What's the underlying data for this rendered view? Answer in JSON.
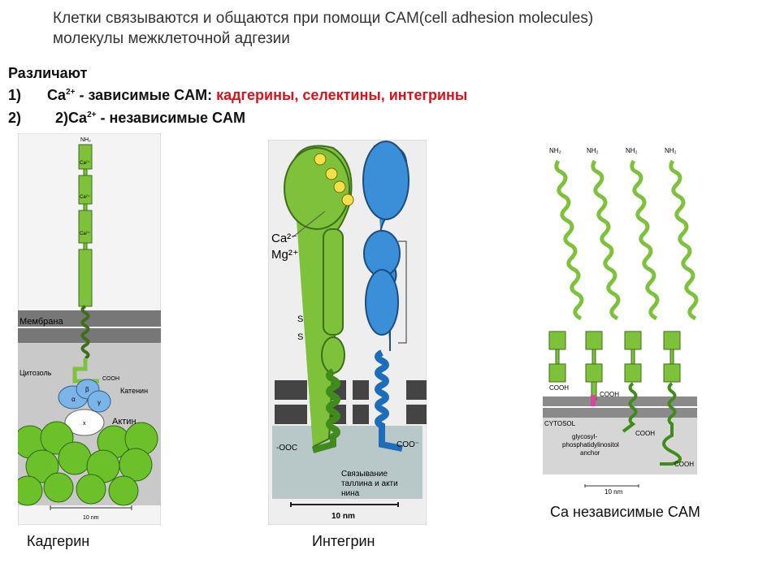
{
  "title": {
    "line1": "Клетки связываются и общаются  при помощи  CAM(cell adhesion molecules)",
    "line2": "молекулы межклеточной адгезии"
  },
  "list": {
    "heading": "Различают",
    "item1": {
      "number": "1)",
      "prefix": "Ca",
      "superscript": "2+",
      "text": " - зависимые CAM: ",
      "highlight": "кадгерины, селектины, интегрины"
    },
    "item2": {
      "number": "2)",
      "prefix": "2)Ca",
      "superscript": "2+",
      "text": " - независимые CAM"
    }
  },
  "figure_cadherin": {
    "caption": "Кадгерин",
    "label_nh2": "NH₂",
    "label_ca": "Ca²⁺",
    "label_membrane": "Мембрана",
    "label_cytosol": "Цитозоль",
    "label_cooh": "COOH",
    "label_catenin": "Катенин",
    "label_alpha": "α",
    "label_beta": "β",
    "label_gamma": "γ",
    "label_x": "x",
    "label_actin": "Актин",
    "scale": "10 nm"
  },
  "figure_integrin": {
    "caption": "Интегрин",
    "label_ca": "Ca²⁻",
    "label_mg": "Mg²⁺",
    "label_s1": "S",
    "label_s2": "S",
    "label_ooc": "-OOC",
    "label_coo": "COO⁻",
    "label_binding1": "Связывание",
    "label_binding2": "таллина и акти",
    "label_binding3": "нина",
    "scale": "10 nm"
  },
  "figure_independent": {
    "caption": "Ca независимые CAM",
    "label_nh2": "NH₂",
    "label_cooh": "COOH",
    "label_cytosol": "CYTOSOL",
    "label_gpi1": "glycosyl-",
    "label_gpi2": "phosphatidylinositol",
    "label_gpi3": "anchor",
    "scale": "10 nm"
  },
  "colors": {
    "protein_green": "#7dc23a",
    "protein_blue": "#3a8fd8",
    "membrane_dark": "#555555",
    "highlight_red": "#e0101a"
  }
}
